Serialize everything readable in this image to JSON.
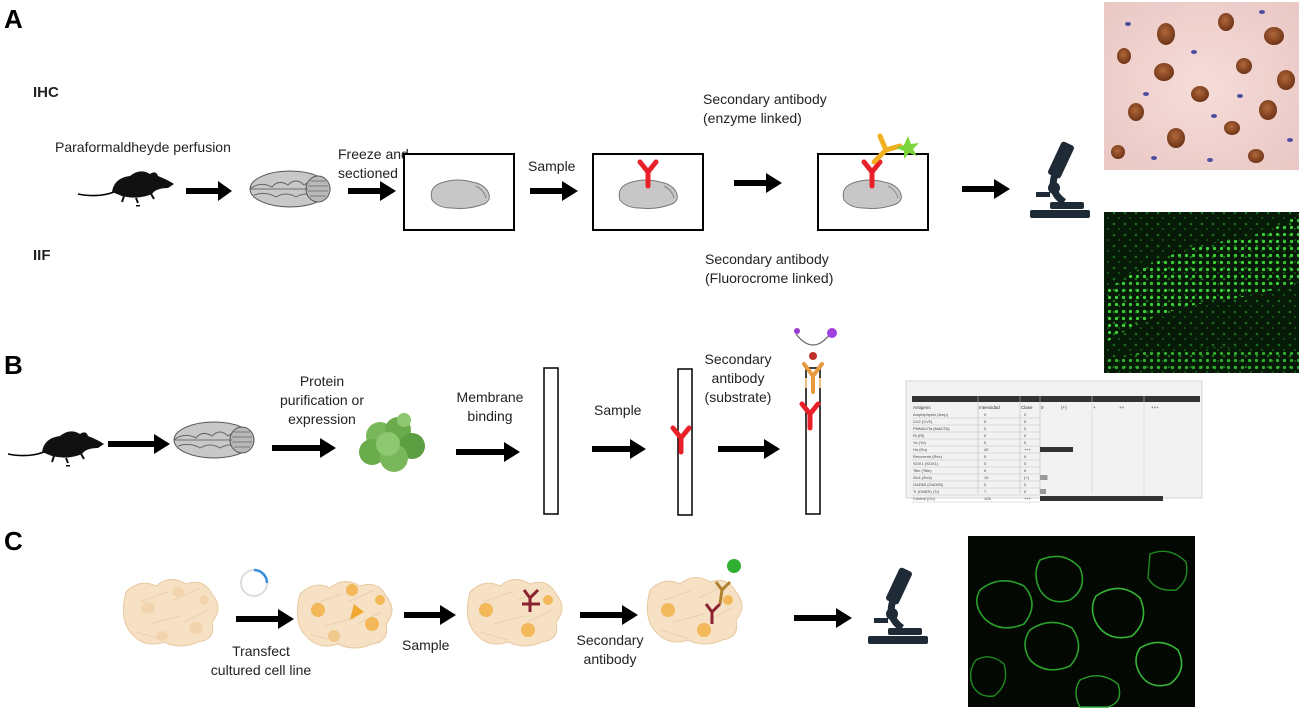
{
  "panels": {
    "a": "A",
    "b": "B",
    "c": "C"
  },
  "rows": {
    "ihc": "IHC",
    "iif": "IIF"
  },
  "labels": {
    "perfusion": "Paraformaldheyde perfusion",
    "freeze_1": "Freeze and",
    "freeze_2": "sectioned",
    "sample_a": "Sample",
    "sec_enzyme_1": "Secondary antibody",
    "sec_enzyme_2": "(enzyme linked)",
    "sec_fluoro_1": "Secondary antibody",
    "sec_fluoro_2": "(Fluorocrome linked)",
    "protein_1": "Protein",
    "protein_2": "purification or",
    "protein_3": "expression",
    "membrane_1": "Membrane",
    "membrane_2": "binding",
    "sample_b": "Sample",
    "sec_sub_1": "Secondary",
    "sec_sub_2": "antibody",
    "sec_sub_3": "(substrate)",
    "transfect_1": "Transfect",
    "transfect_2": "cultured cell line",
    "sample_c": "Sample",
    "sec_c_1": "Secondary",
    "sec_c_2": "antibody"
  },
  "blot_table": {
    "header": [
      "Antigens",
      "Intensidad",
      "Clase",
      "0",
      "(+)",
      "+",
      "++",
      "+++"
    ],
    "rows": [
      [
        "Amphiphysin (Amp)",
        "0",
        "0"
      ],
      [
        "CV2 (CV2)",
        "0",
        "0"
      ],
      [
        "PNMA2/Ta (Ma2/TA)",
        "0",
        "0"
      ],
      [
        "Ri (Ri)",
        "0",
        "0"
      ],
      [
        "Yo (Yo)",
        "0",
        "0"
      ],
      [
        "Hu (Hu)",
        "40",
        "+++"
      ],
      [
        "Recoverin (Rec)",
        "0",
        "0"
      ],
      [
        "SOX1 (SOX1)",
        "0",
        "0"
      ],
      [
        "Titin (Titin)",
        "0",
        "0"
      ],
      [
        "Zic4 (Zic4)",
        "10",
        "(+)"
      ],
      [
        "GAD65 (GAD65)",
        "0",
        "0"
      ],
      [
        "Tr (DNER) (Tr)",
        "7",
        "0"
      ],
      [
        "Control (Co)",
        "126",
        "+++"
      ]
    ],
    "bar_fraction": [
      0,
      0,
      0,
      0,
      0,
      0.22,
      0,
      0,
      0,
      0.05,
      0,
      0.04,
      0.82
    ]
  },
  "colors": {
    "primary_antibody": "#e8202a",
    "secondary_enzyme": "#f0b020",
    "enzyme_star": "#7cd63a",
    "fluorescence": "#2fc02a",
    "cell_fill": "#f6e1c4",
    "cell_nucleus": "#f2b85a"
  }
}
